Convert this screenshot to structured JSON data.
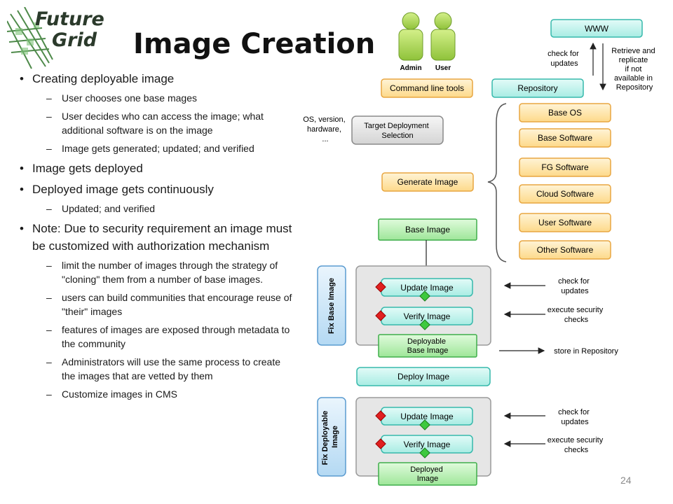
{
  "logo": {
    "line1": "Future",
    "line2": "Grid"
  },
  "title": "Image Creation",
  "bullets": [
    {
      "level": 1,
      "text": "Creating deployable image"
    },
    {
      "level": 2,
      "text": "User chooses one base mages"
    },
    {
      "level": 2,
      "text": "User decides who can access the image; what additional software is on the image"
    },
    {
      "level": 2,
      "text": "Image gets generated; updated; and verified"
    },
    {
      "level": 1,
      "text": "Image gets deployed"
    },
    {
      "level": 1,
      "text": "Deployed image gets continuously"
    },
    {
      "level": 2,
      "text": "Updated; and verified"
    },
    {
      "level": 1,
      "text": "Note: Due to security requirement  an image must be customized with authorization mechanism"
    },
    {
      "level": 2,
      "text": "limit the number of images through the strategy of \"cloning\" them from a number of base images."
    },
    {
      "level": 2,
      "text": "users can build communities that encourage reuse of \"their\" images"
    },
    {
      "level": 2,
      "text": "features of images are exposed through metadata to the community"
    },
    {
      "level": 2,
      "text": "Administrators will use the same process to create the images that are vetted by them"
    },
    {
      "level": 2,
      "text": "Customize images in CMS"
    }
  ],
  "diagram": {
    "admin_label": "Admin",
    "user_label": "User",
    "www": "WWW",
    "check_updates_top": [
      "check for",
      "updates"
    ],
    "retrieve": [
      "Retrieve and",
      "replicate",
      "if not",
      "available in",
      "Repository"
    ],
    "command_line_tools": "Command line tools",
    "repository": "Repository",
    "os_note": [
      "OS, version,",
      "hardware,",
      "..."
    ],
    "target_deployment": [
      "Target Deployment",
      "Selection"
    ],
    "generate_image": "Generate Image",
    "base_image": "Base Image",
    "software_options": [
      "Base OS",
      "Base Software",
      "FG Software",
      "Cloud Software",
      "User Software",
      "Other Software"
    ],
    "fix_base_image": "Fix Base Image",
    "update_image": "Update Image",
    "verify_image": "Verify Image",
    "deployable_base_image": [
      "Deployable",
      "Base Image"
    ],
    "deploy_image": "Deploy Image",
    "fix_deployable_image": [
      "Fix Deployable",
      "Image"
    ],
    "deployed_image": [
      "Deployed",
      "Image"
    ],
    "check_updates": [
      "check for",
      "updates"
    ],
    "security_checks": [
      "execute security",
      "checks"
    ],
    "store_repository": "store in Repository"
  },
  "colors": {
    "orange_fill": "#fde7b3",
    "orange_stroke": "#e8a640",
    "green_fill": "#b8f0b4",
    "green_stroke": "#3fae4a",
    "teal_fill": "#c0f3ec",
    "teal_stroke": "#37b9ac",
    "blue_fill": "#cfe7f7",
    "blue_stroke": "#5a9bd0",
    "gray_fill": "#e3e3e3",
    "gray_stroke": "#8a8a8a"
  },
  "page_number": "24"
}
